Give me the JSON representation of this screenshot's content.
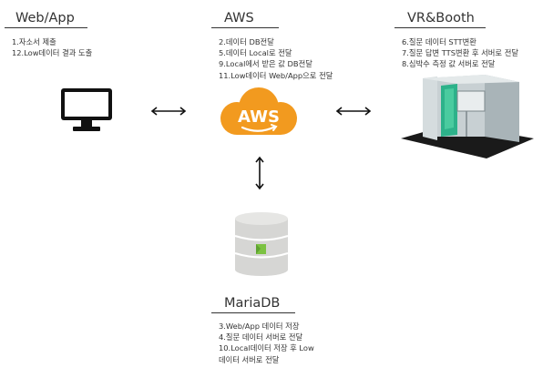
{
  "webapp": {
    "title": "Web/App",
    "notes": [
      "1.자소서 제출",
      "12.Low데이터 결과 도출"
    ]
  },
  "aws": {
    "title": "AWS",
    "logo_text": "AWS",
    "notes": [
      "2.데이터 DB전달",
      "5.데이터 Local로 전달",
      "9.Local에서 받은 값 DB전달",
      "11.Low데이터 Web/App으로 전달"
    ]
  },
  "vr": {
    "title": "VR&Booth",
    "notes": [
      "6.질문 데이터 STT변환",
      "7.질문 답변 TTS변환 후 서버로 전달",
      "8.심박수 측정 값 서버로 전달"
    ]
  },
  "mariadb": {
    "title": "MariaDB",
    "notes": [
      "3.Web/App 데이터 저장",
      "4.질문 데이터 서버로 전달",
      "10.Local데이터 저장 후 Low",
      "데이터 서버로 전달"
    ]
  },
  "colors": {
    "aws_orange": "#F29A1F",
    "text": "#333333",
    "booth_grey": "#BFC8CC",
    "booth_green": "#2DB28A",
    "db_grey": "#D6D6D4",
    "db_green": "#7CC242"
  },
  "icons": {
    "monitor": "monitor-icon",
    "aws_cloud": "aws-cloud-icon",
    "booth": "vr-booth-icon",
    "database": "database-icon"
  }
}
